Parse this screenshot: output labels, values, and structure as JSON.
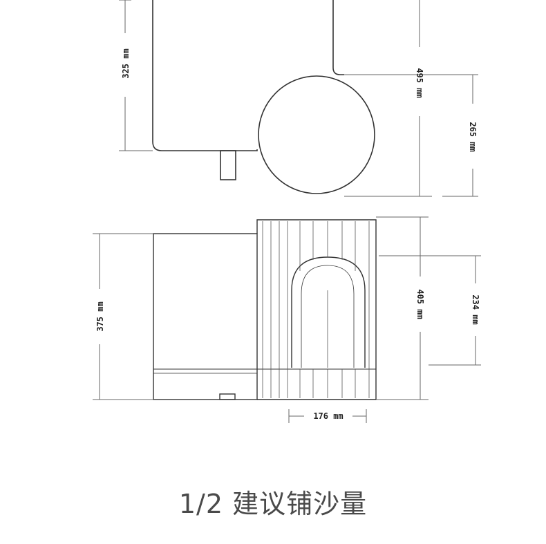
{
  "dimensions": {
    "top_left_height": "325 mm",
    "top_right_height": "495 mm",
    "ball_height": "265 mm",
    "bottom_left_height": "375 mm",
    "bottom_right_height": "405 mm",
    "arch_height": "234 mm",
    "bottom_width": "176 mm"
  },
  "caption": "1/2 建议铺沙量",
  "colors": {
    "line": "#333333",
    "dim_line": "#666666",
    "caption": "#4a4a4a"
  }
}
